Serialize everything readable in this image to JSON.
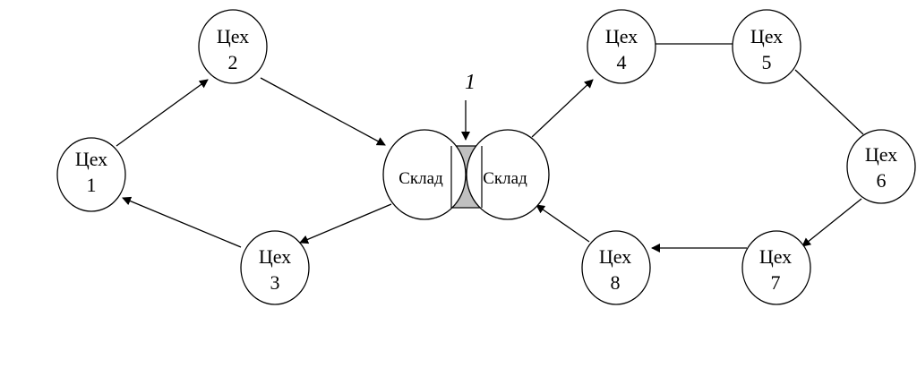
{
  "diagram": {
    "colors": {
      "stroke": "#000000",
      "node_fill": "#ffffff",
      "link_fill": "#c0c0c0"
    },
    "nodes": [
      {
        "id": "c1",
        "line1": "Цех",
        "line2": "1"
      },
      {
        "id": "c2",
        "line1": "Цех",
        "line2": "2"
      },
      {
        "id": "c3",
        "line1": "Цех",
        "line2": "3"
      },
      {
        "id": "c4",
        "line1": "Цех",
        "line2": "4"
      },
      {
        "id": "c5",
        "line1": "Цех",
        "line2": "5"
      },
      {
        "id": "c6",
        "line1": "Цех",
        "line2": "6"
      },
      {
        "id": "c7",
        "line1": "Цех",
        "line2": "7"
      },
      {
        "id": "c8",
        "line1": "Цех",
        "line2": "8"
      }
    ],
    "stores": [
      {
        "id": "s_left",
        "label": "Склад"
      },
      {
        "id": "s_right",
        "label": "Склад"
      }
    ],
    "link_marker": "1",
    "edges": [
      {
        "from": "c1",
        "to": "c2",
        "arrow": true
      },
      {
        "from": "c2",
        "to": "s_left",
        "arrow": true
      },
      {
        "from": "s_left",
        "to": "c3",
        "arrow": true
      },
      {
        "from": "c3",
        "to": "c1",
        "arrow": true
      },
      {
        "from": "s_right",
        "to": "c4",
        "arrow": true
      },
      {
        "from": "c4",
        "to": "c5",
        "arrow": false
      },
      {
        "from": "c5",
        "to": "c6",
        "arrow": false
      },
      {
        "from": "c6",
        "to": "c7",
        "arrow": true
      },
      {
        "from": "c7",
        "to": "c8",
        "arrow": true
      },
      {
        "from": "c8",
        "to": "s_right",
        "arrow": true
      }
    ]
  }
}
